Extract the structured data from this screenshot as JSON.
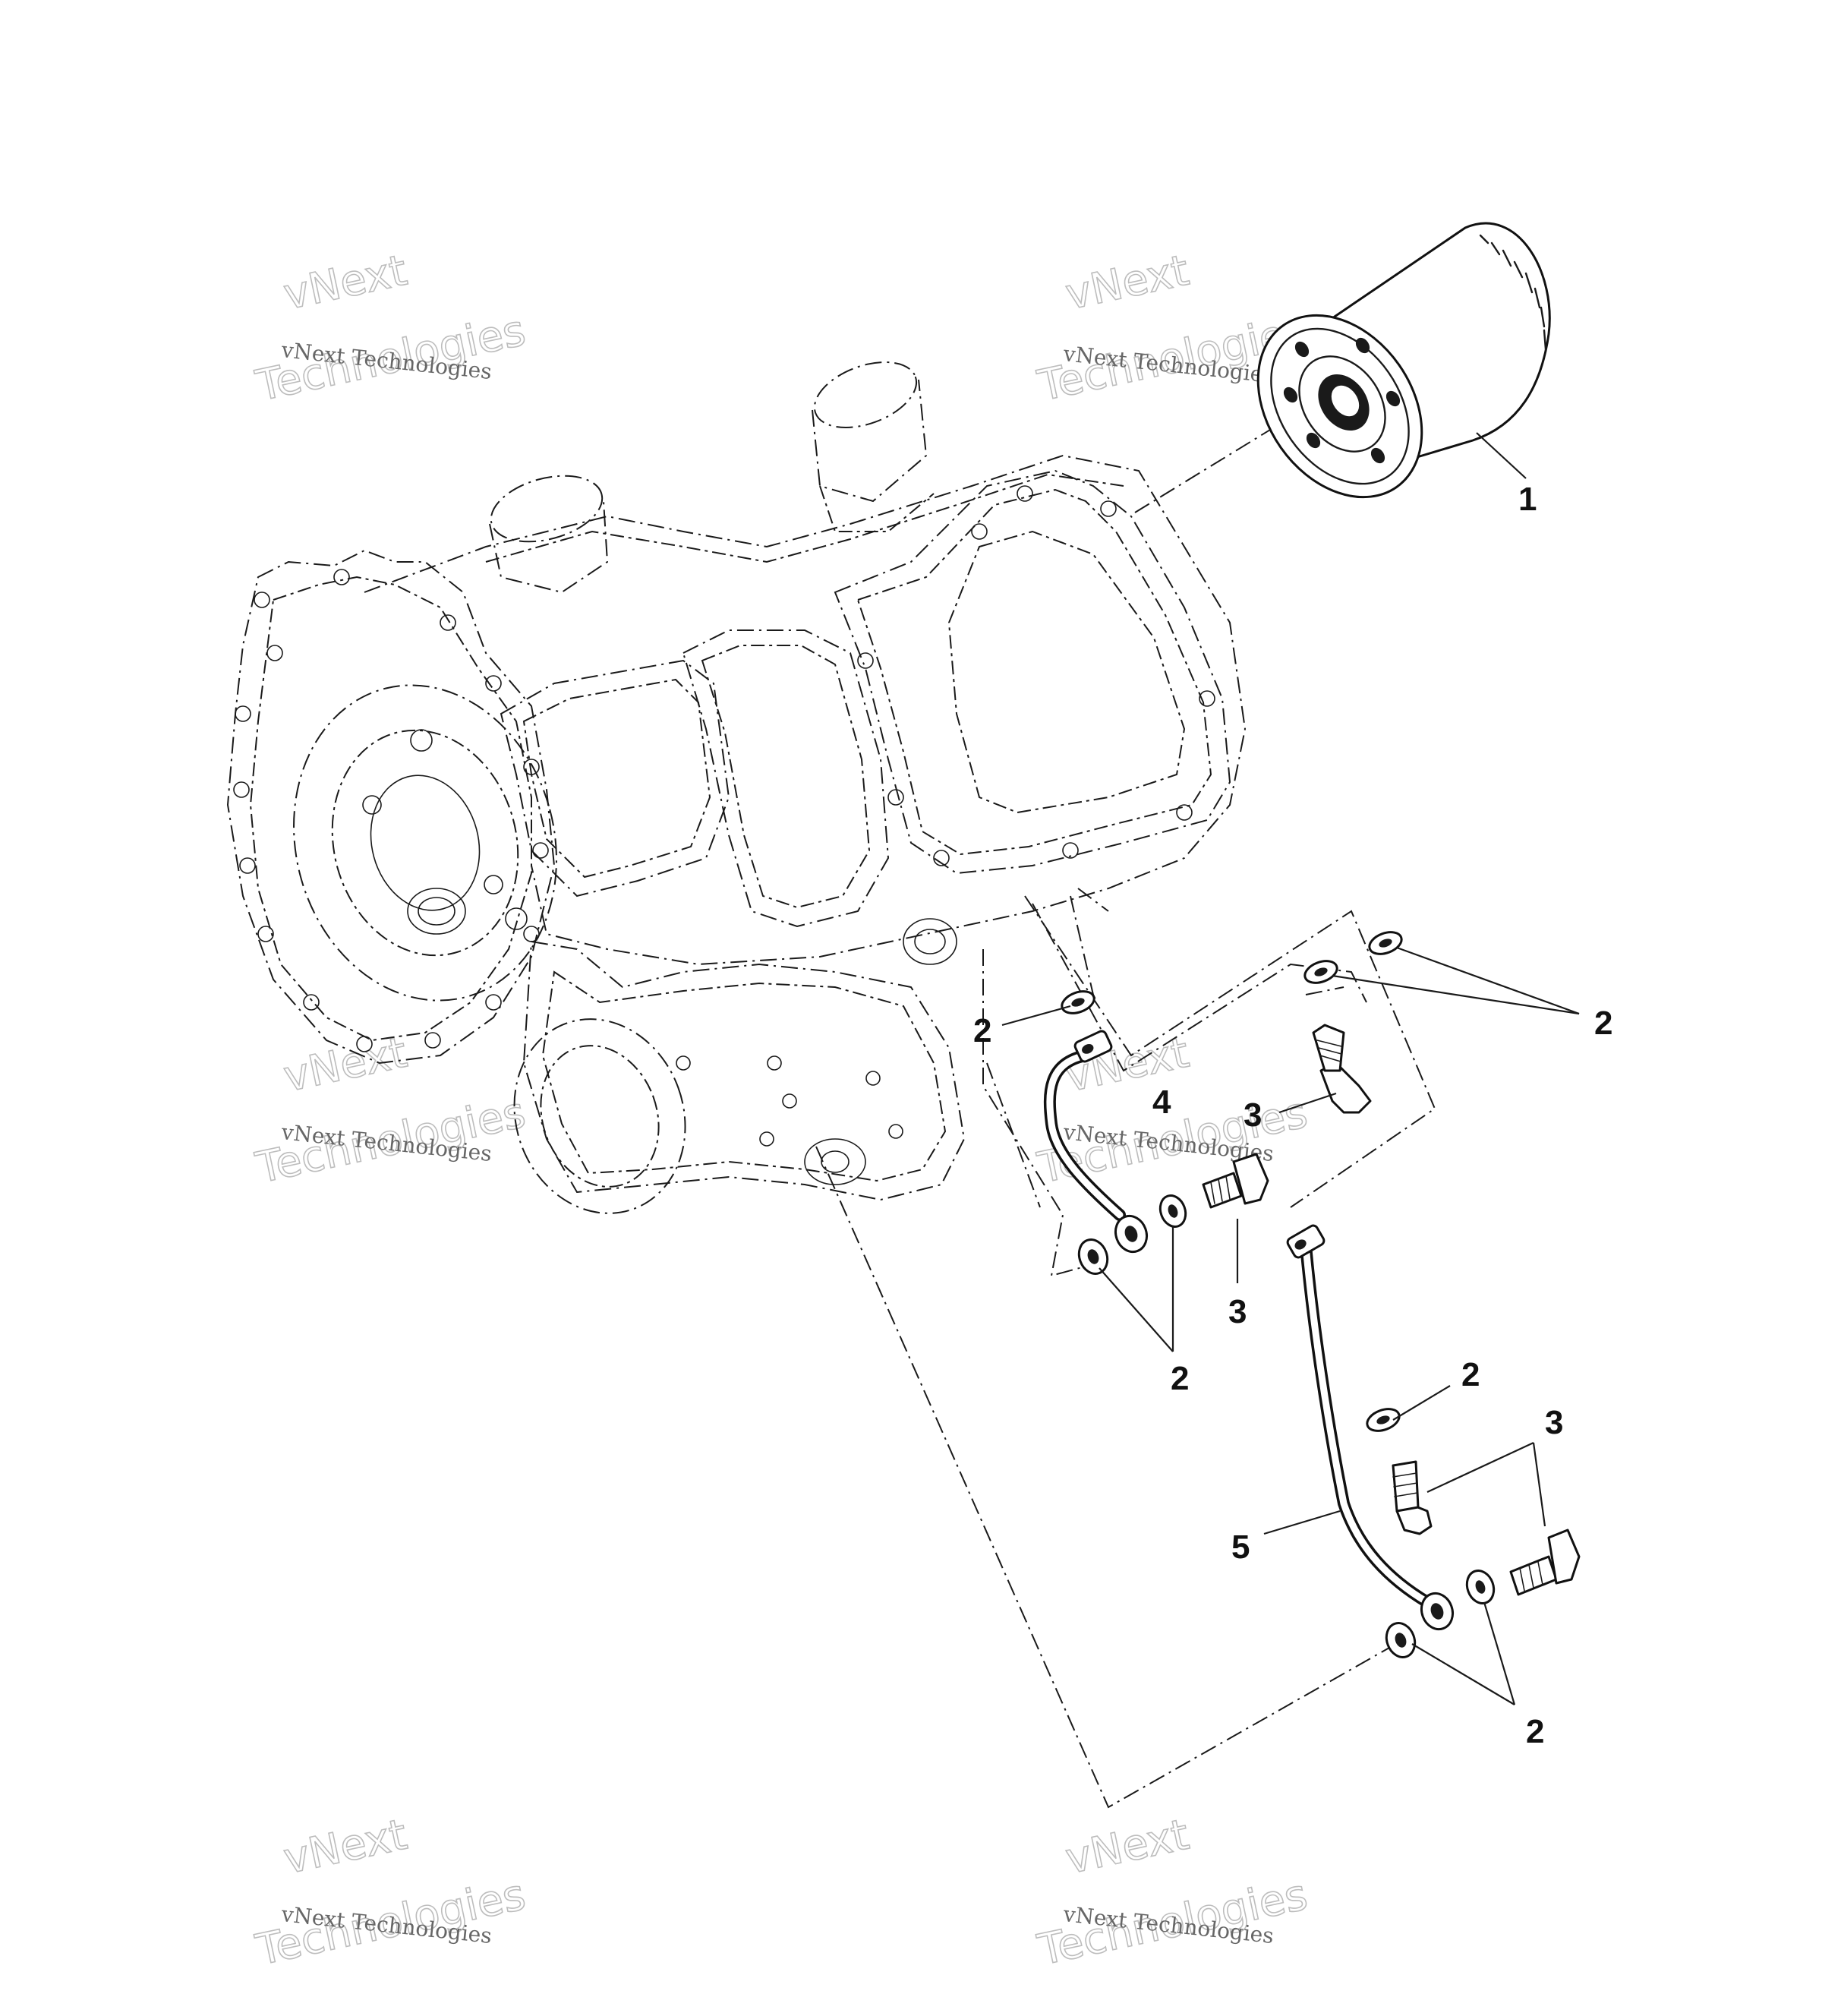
{
  "callouts": [
    {
      "id": "c1",
      "label": "1"
    },
    {
      "id": "c2a",
      "label": "2"
    },
    {
      "id": "c2b",
      "label": "2"
    },
    {
      "id": "c3a",
      "label": "3"
    },
    {
      "id": "c4",
      "label": "4"
    },
    {
      "id": "c3b",
      "label": "3"
    },
    {
      "id": "c2c",
      "label": "2"
    },
    {
      "id": "c2d",
      "label": "2"
    },
    {
      "id": "c3c",
      "label": "3"
    },
    {
      "id": "c5",
      "label": "5"
    },
    {
      "id": "c2e",
      "label": "2"
    }
  ],
  "watermark": {
    "small": "vNext Technologies",
    "big_top": "vNext",
    "big_bottom": "Technologies"
  }
}
